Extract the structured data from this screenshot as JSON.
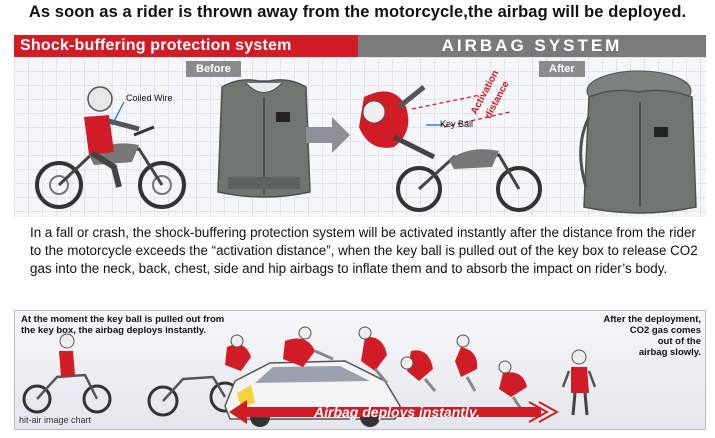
{
  "headline": "As soon as a rider is thrown away from the motorcycle,the airbag will be deployed.",
  "banner": {
    "left_label": "Shock-buffering protection system",
    "right_label": "AIRBAG SYSTEM"
  },
  "panel": {
    "before_label": "Before",
    "after_label": "After",
    "coiled_wire_label": "Coiled Wire",
    "key_ball_label": "Key Ball",
    "activation_line1": "Activation",
    "activation_line2": "distance"
  },
  "description": "In a fall or crash, the shock-buffering protection system will be activated instantly after the distance from the rider to the motorcycle exceeds the “activation distance”, when the key ball is pulled out of the key box to release CO2 gas into the neck, back, chest, side and hip airbags to inflate them and to absorb the impact on rider’s body.",
  "chart": {
    "note_left_line1": "At the moment the key ball is pulled out from",
    "note_left_line2": "the key box, the airbag deploys instantly.",
    "note_right_line1": "After the deployment,",
    "note_right_line2": "CO2 gas comes",
    "note_right_line3": "out of the",
    "note_right_line4": "airbag slowly.",
    "caption": "hit-air image chart",
    "arrow_label": "Airbag deploys instantly."
  },
  "colors": {
    "brand_red": "#d21c25",
    "banner_gray": "#7a7a7a",
    "vest_gray": "#6f7670"
  }
}
